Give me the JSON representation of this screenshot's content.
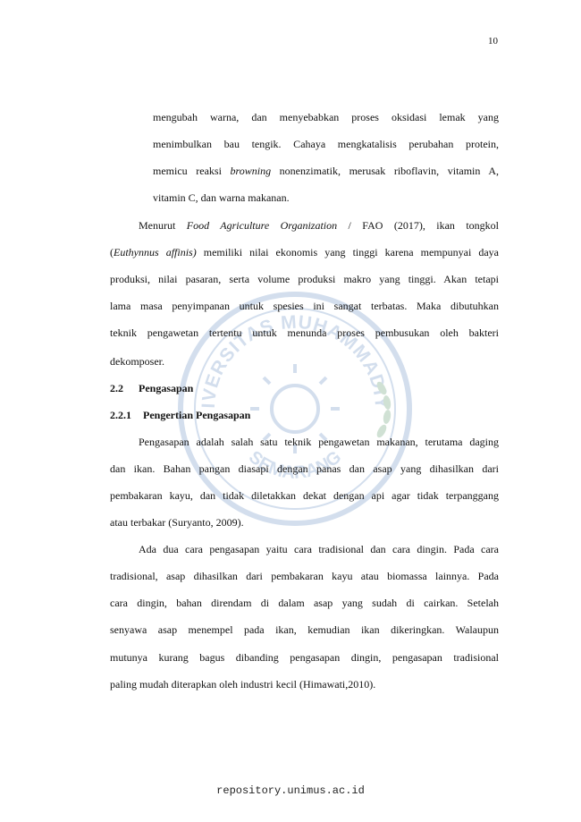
{
  "page_number": "10",
  "footer": "repository.unimus.ac.id",
  "watermark": {
    "text_top": "UNIVERSITAS MUHAMMADIYAH",
    "text_bottom": "SEMARANG",
    "color": "#3a6fb0"
  },
  "para0": [
    "mengubah warna, dan menyebabkan proses oksidasi lemak yang",
    "menimbulkan bau tengik. Cahaya mengkatalisis perubahan protein,",
    {
      "a": "memicu reaksi ",
      "i": "browning",
      "b": " nonenzimatik, merusak riboflavin, vitamin A,"
    },
    "vitamin C, dan warna makanan."
  ],
  "para1": {
    "l1": {
      "a": "Menurut ",
      "i": "Food Agriculture Organization",
      "b": " / FAO (2017), ikan tongkol"
    },
    "l2": {
      "a": "(",
      "i": "Euthynnus affinis)",
      "b": " memiliki nilai ekonomis yang tinggi karena mempunyai daya"
    },
    "rest": [
      "produksi, nilai pasaran, serta volume produksi makro yang tinggi. Akan tetapi",
      "lama masa penyimpanan untuk spesies ini sangat terbatas. Maka dibutuhkan",
      "teknik pengawetan tertentu untuk menunda proses pembusukan oleh bakteri",
      "dekomposer."
    ]
  },
  "heading_2_2": {
    "num": "2.2",
    "title": "Pengasapan"
  },
  "heading_2_2_1": {
    "num": "2.2.1",
    "title": "Pengertian Pengasapan"
  },
  "para2": [
    "Pengasapan adalah salah satu teknik pengawetan makanan, terutama daging",
    "dan ikan. Bahan pangan diasapi dengan panas dan asap yang dihasilkan dari",
    "pembakaran kayu, dan tidak diletakkan dekat dengan api agar tidak terpanggang",
    "atau terbakar (Suryanto, 2009)."
  ],
  "para3": [
    "Ada dua cara pengasapan yaitu cara tradisional dan cara dingin. Pada cara",
    "tradisional, asap dihasilkan dari pembakaran kayu atau biomassa lainnya. Pada",
    "cara dingin, bahan direndam di dalam asap yang sudah di cairkan. Setelah",
    "senyawa asap menempel pada ikan, kemudian ikan dikeringkan. Walaupun",
    "mutunya kurang bagus dibanding pengasapan dingin, pengasapan tradisional",
    "paling mudah diterapkan oleh industri kecil (Himawati,2010)."
  ]
}
